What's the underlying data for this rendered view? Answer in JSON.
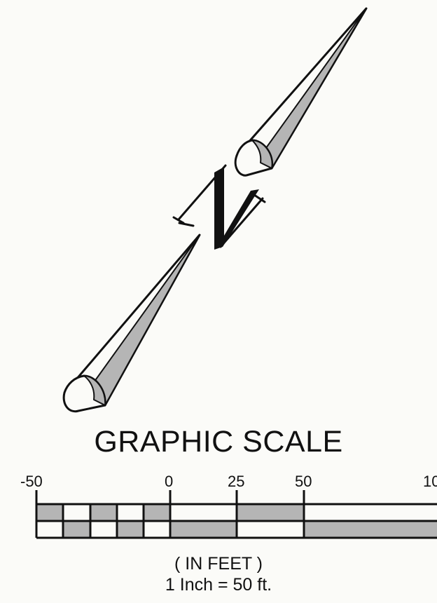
{
  "north_arrow": {
    "letter": "N"
  },
  "graphic_scale": {
    "title": "GRAPHIC SCALE",
    "tick_labels": [
      "-50",
      "0",
      "25",
      "50",
      "10"
    ],
    "units_label": "( IN FEET )",
    "ratio_label": "1 Inch =  50  ft."
  },
  "colors": {
    "line": "#111111",
    "fill": "#b5b5b5",
    "background": "#fbfbf8"
  }
}
